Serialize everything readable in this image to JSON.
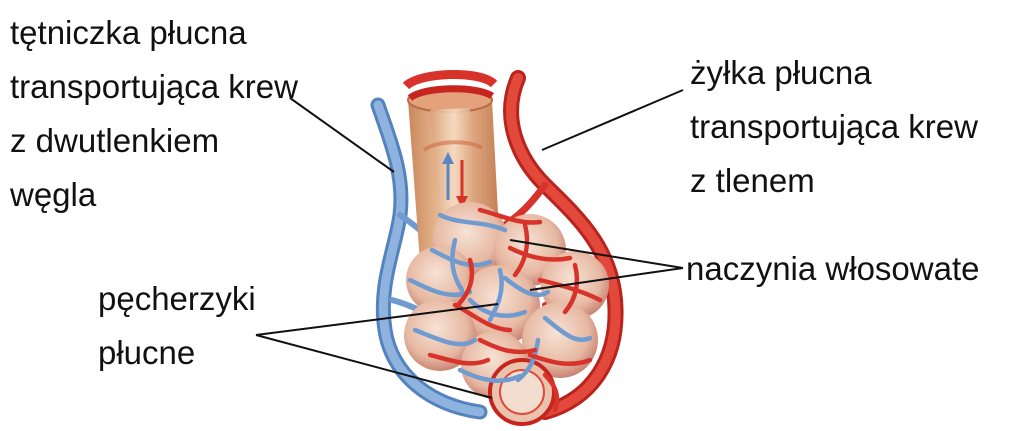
{
  "labels": {
    "artery": {
      "line1": "tętniczka płucna",
      "line2": "transportująca krew",
      "line3": "z dwutlenkiem",
      "line4": "węgla"
    },
    "vein": {
      "line1": "żyłka płucna",
      "line2": "transportująca krew",
      "line3": "z tlenem"
    },
    "capillaries": {
      "line1": "naczynia włosowate"
    },
    "alveoli": {
      "line1": "pęcherzyki",
      "line2": "płucne"
    }
  },
  "colors": {
    "artery_blue": "#6f9bd0",
    "vein_red": "#d8332a",
    "bronchiole_tan": "#e9b98e",
    "alveolus_fill": "#f1d7c6",
    "leader_line": "#111111"
  }
}
